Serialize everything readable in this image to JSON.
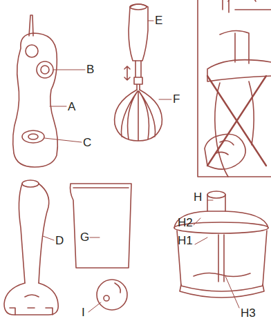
{
  "diagram": {
    "labels": [
      "E",
      "B",
      "A",
      "F",
      "C",
      "D",
      "G",
      "H",
      "H2",
      "H1",
      "H3",
      "I"
    ]
  }
}
